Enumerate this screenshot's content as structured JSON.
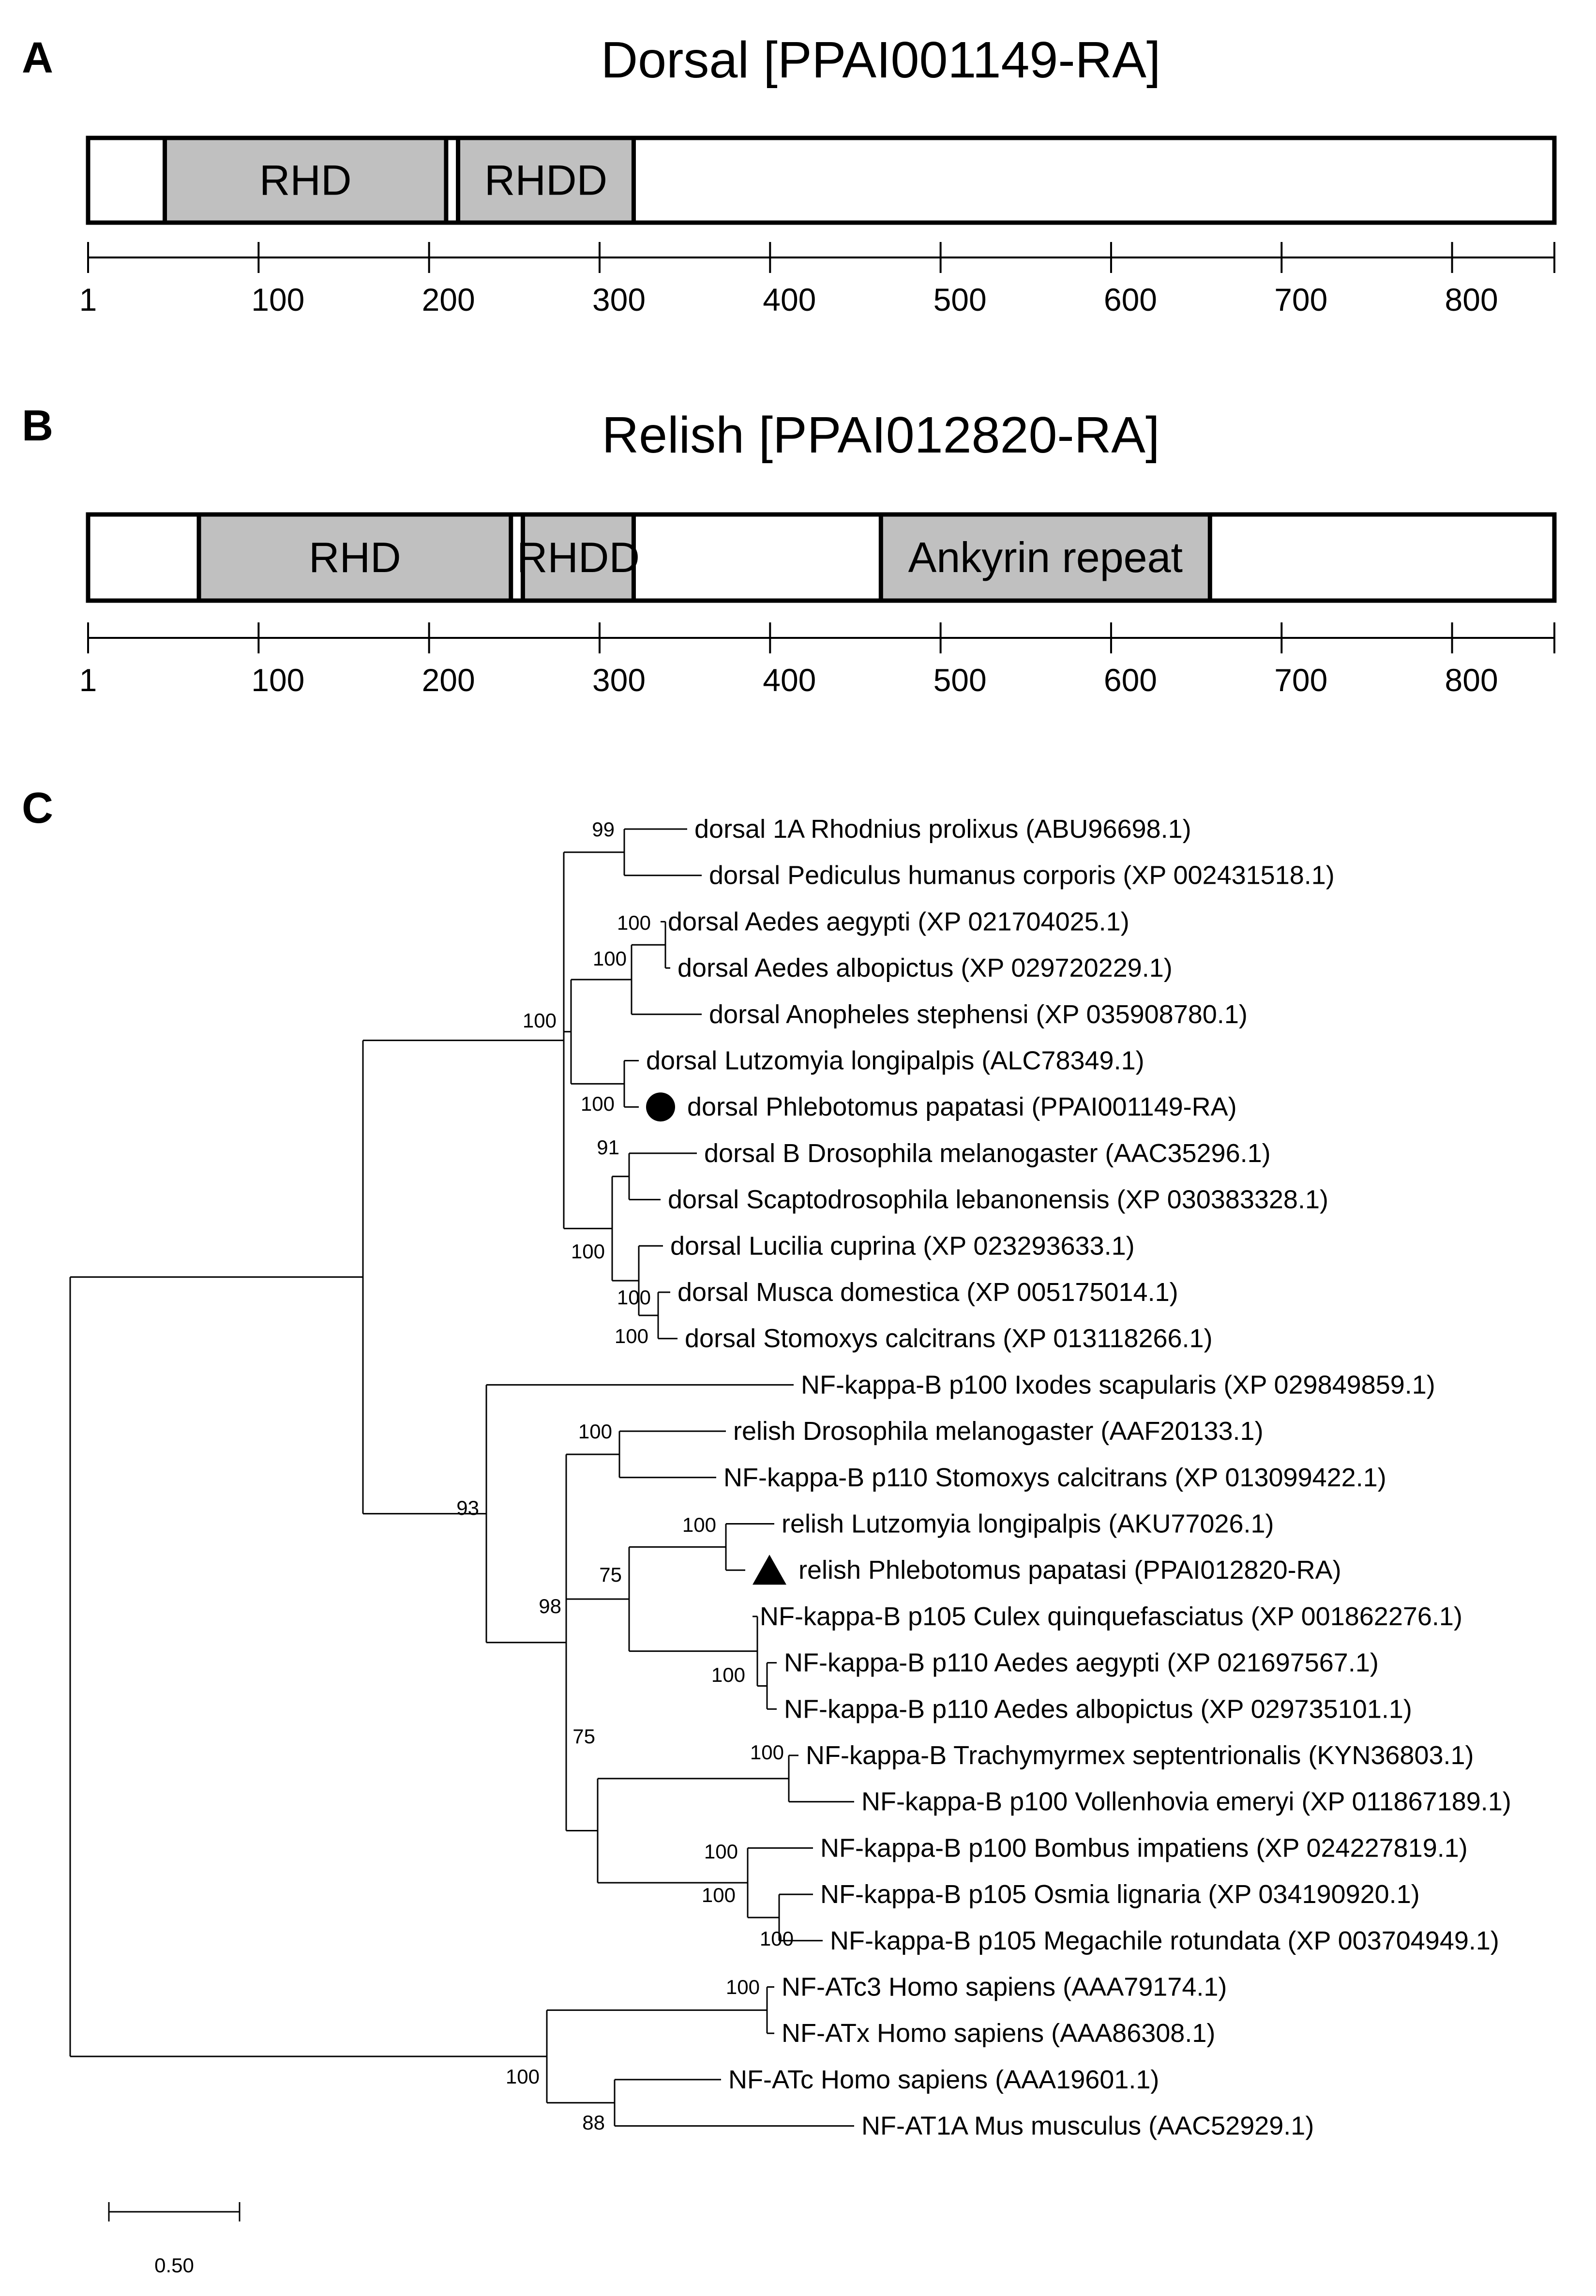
{
  "colors": {
    "domain_fill": "#c0c0c0",
    "outline": "#000000",
    "background": "#ffffff"
  },
  "panel_a": {
    "letter": "A",
    "title": "Dorsal  [PPAI001149-RA]",
    "protein_length": 860,
    "domains": [
      {
        "name": "RHD",
        "start": 45,
        "end": 210
      },
      {
        "name": "RHDD",
        "start": 217,
        "end": 320
      }
    ],
    "ticks": [
      {
        "value": 1,
        "label": "1"
      },
      {
        "value": 100,
        "label": "100"
      },
      {
        "value": 200,
        "label": "200"
      },
      {
        "value": 300,
        "label": "300"
      },
      {
        "value": 400,
        "label": "400"
      },
      {
        "value": 500,
        "label": "500"
      },
      {
        "value": 600,
        "label": "600"
      },
      {
        "value": 700,
        "label": "700"
      },
      {
        "value": 800,
        "label": "800"
      }
    ]
  },
  "panel_b": {
    "letter": "B",
    "title": "Relish  [PPAI012820-RA]",
    "protein_length": 860,
    "domains": [
      {
        "name": "RHD",
        "start": 65,
        "end": 248
      },
      {
        "name": "RHDD",
        "start": 255,
        "end": 320
      },
      {
        "name": "Ankyrin repeat",
        "start": 465,
        "end": 658
      }
    ],
    "ticks": [
      {
        "value": 1,
        "label": "1"
      },
      {
        "value": 100,
        "label": "100"
      },
      {
        "value": 200,
        "label": "200"
      },
      {
        "value": 300,
        "label": "300"
      },
      {
        "value": 400,
        "label": "400"
      },
      {
        "value": 500,
        "label": "500"
      },
      {
        "value": 600,
        "label": "600"
      },
      {
        "value": 700,
        "label": "700"
      },
      {
        "value": 800,
        "label": "800"
      }
    ]
  },
  "panel_c": {
    "letter": "C",
    "scale_bar": {
      "label": "0.50",
      "value": 0.5
    },
    "taxa": [
      {
        "id": "t1",
        "label": "dorsal 1A Rhodnius prolixus (ABU96698.1)"
      },
      {
        "id": "t2",
        "label": "dorsal Pediculus humanus corporis (XP 002431518.1)"
      },
      {
        "id": "t3",
        "label": "dorsal Aedes aegypti (XP 021704025.1)"
      },
      {
        "id": "t4",
        "label": "dorsal Aedes albopictus (XP 029720229.1)"
      },
      {
        "id": "t5",
        "label": "dorsal Anopheles stephensi (XP 035908780.1)"
      },
      {
        "id": "t6",
        "label": "dorsal Lutzomyia longipalpis (ALC78349.1)"
      },
      {
        "id": "t7",
        "label": "dorsal Phlebotomus papatasi (PPAI001149-RA)",
        "marker": "circle"
      },
      {
        "id": "t8",
        "label": "dorsal B Drosophila melanogaster (AAC35296.1)"
      },
      {
        "id": "t9",
        "label": "dorsal Scaptodrosophila lebanonensis (XP 030383328.1)"
      },
      {
        "id": "t10",
        "label": "dorsal Lucilia cuprina (XP 023293633.1)"
      },
      {
        "id": "t11",
        "label": "dorsal Musca domestica (XP 005175014.1)"
      },
      {
        "id": "t12",
        "label": "dorsal Stomoxys calcitrans (XP 013118266.1)"
      },
      {
        "id": "t13",
        "label": "NF-kappa-B p100 Ixodes scapularis (XP 029849859.1)"
      },
      {
        "id": "t14",
        "label": "relish Drosophila melanogaster (AAF20133.1)"
      },
      {
        "id": "t15",
        "label": "NF-kappa-B p110 Stomoxys calcitrans (XP 013099422.1)"
      },
      {
        "id": "t16",
        "label": "relish Lutzomyia longipalpis (AKU77026.1)"
      },
      {
        "id": "t17",
        "label": "relish Phlebotomus papatasi (PPAI012820-RA)",
        "marker": "triangle"
      },
      {
        "id": "t18",
        "label": "NF-kappa-B p105 Culex quinquefasciatus (XP 001862276.1)"
      },
      {
        "id": "t19",
        "label": "NF-kappa-B p110 Aedes aegypti (XP 021697567.1)"
      },
      {
        "id": "t20",
        "label": "NF-kappa-B p110 Aedes albopictus (XP 029735101.1)"
      },
      {
        "id": "t21",
        "label": "NF-kappa-B Trachymyrmex septentrionalis (KYN36803.1)"
      },
      {
        "id": "t22",
        "label": "NF-kappa-B p100 Vollenhovia emeryi (XP 011867189.1)"
      },
      {
        "id": "t23",
        "label": "NF-kappa-B p100 Bombus impatiens (XP 024227819.1)"
      },
      {
        "id": "t24",
        "label": "NF-kappa-B p105 Osmia lignaria (XP 034190920.1)"
      },
      {
        "id": "t25",
        "label": "NF-kappa-B p105 Megachile rotundata (XP 003704949.1)"
      },
      {
        "id": "t26",
        "label": "NF-ATc3 Homo sapiens (AAA79174.1)"
      },
      {
        "id": "t27",
        "label": "NF-ATx Homo sapiens (AAA86308.1)"
      },
      {
        "id": "t28",
        "label": "NF-ATc Homo sapiens (AAA19601.1)"
      },
      {
        "id": "t29",
        "label": "NF-AT1A Mus musculus (AAC52929.1)"
      }
    ],
    "support_values": {
      "n_rhod_ped": "99",
      "n_aegypti_albo": "100",
      "n_aedes_anoph": "100",
      "n_mosq_group": "100",
      "n_sandfly": "100",
      "n_dros": "91",
      "n_muscid_pair": "100",
      "n_muscid": "100",
      "n_flies": "100",
      "n_relish_dros": "100",
      "n_sandfly_rel": "100",
      "n_culicid_aedes": "100",
      "n_culicid_sandfly": "75",
      "n_trachy_voll": "100",
      "n_osmia_mega": "100",
      "n_bombus_grp": "100",
      "n_hymen": "100",
      "n_dipt_hymen": "75",
      "n_rel_group": "98",
      "n_nfkb": "93",
      "n_nfat_c3x": "100",
      "n_nfat_c1a": "88",
      "n_nfat": "100"
    }
  }
}
